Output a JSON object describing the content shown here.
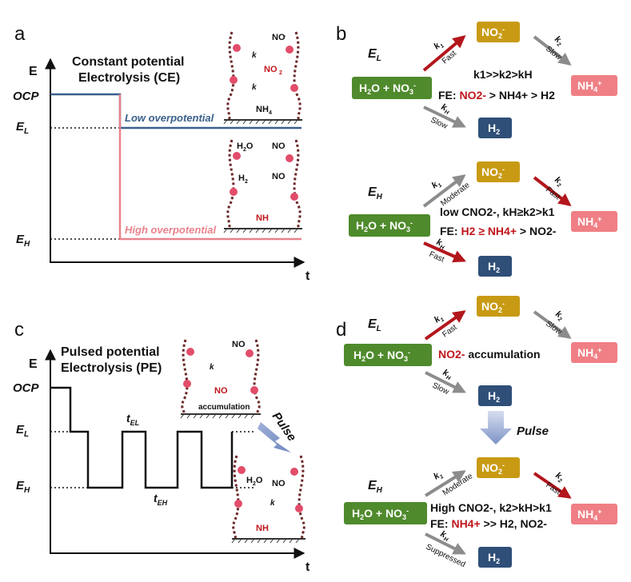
{
  "panels": {
    "a": "a",
    "b": "b",
    "c": "c",
    "d": "d"
  },
  "axes": {
    "E": "E",
    "t": "t",
    "OCP": "OCP",
    "EL_main": "E",
    "EL_sub": "L",
    "EH_main": "E",
    "EH_sub": "H"
  },
  "panel_a": {
    "title_line1": "Constant potential",
    "title_line2": "Electrolysis (CE)",
    "low_label": "Low overpotential",
    "high_label": "High overpotential"
  },
  "panel_c": {
    "title_line1": "Pulsed potential",
    "title_line2": "Electrolysis (PE)",
    "tEL_main": "t",
    "tEL_sub": "EL",
    "tEH_main": "t",
    "tEH_sub": "EH",
    "pulse_arrow_label": "Pulse",
    "accumulation": "accumulation"
  },
  "species": {
    "reactant_a": "H",
    "reactant_b": "2",
    "reactant_c": "O + NO",
    "reactant_d": "3",
    "reactant_e": "-",
    "no2": "NO",
    "no2_sub": "2",
    "no2_sup": "-",
    "nh4": "NH",
    "nh4_sub": "4",
    "nh4_sup": "+",
    "h2": "H",
    "h2_sub": "2",
    "no3_label": "NO",
    "no3_sub": "3",
    "h2o_label": "H",
    "h2o_rest": "O",
    "h2_label": "H",
    "k1": "k",
    "k1_sub": "1",
    "k2": "k",
    "k2_sub": "2",
    "kH": "k",
    "kH_sub": "H"
  },
  "panel_b": {
    "top": {
      "potential_main": "E",
      "potential_sub": "L",
      "k1_speed": "Fast",
      "k2_speed": "Slow",
      "kH_speed": "Slow",
      "rate_relation": "k1>>k2>kH",
      "fe_prefix": "FE: ",
      "fe_highlight": "NO2- ",
      "fe_rest": "> NH4+ > H2"
    },
    "bottom": {
      "potential_main": "E",
      "potential_sub": "H",
      "k1_speed": "Moderate",
      "k2_speed": "Fast",
      "kH_speed": "Fast",
      "rate_relation": "low CNO2-, kH≥k2>k1",
      "fe_prefix": "FE: ",
      "fe_highlight": "H2 ≥ NH4+",
      "fe_rest": " > NO2-"
    }
  },
  "panel_d": {
    "top": {
      "potential_main": "E",
      "potential_sub": "L",
      "k1_speed": "Fast",
      "k2_speed": "Slow",
      "kH_speed": "Slow",
      "accum_highlight": "NO2-",
      "accum_rest": " accumulation"
    },
    "pulse_label": "Pulse",
    "bottom": {
      "potential_main": "E",
      "potential_sub": "H",
      "k1_speed": "Moderate",
      "k2_speed": "Fast",
      "kH_speed": "Suppressed",
      "rate_relation": "High CNO2-, k2>kH>k1",
      "fe_prefix": "FE: ",
      "fe_highlight": "NH4+",
      "fe_rest": " >> H2, NO2-"
    }
  },
  "colors": {
    "green_box": "#4f8a2c",
    "gold_box": "#c89a14",
    "pink_box": "#ef7f85",
    "navy_box": "#2f4f78",
    "blue_line": "#3a5f8c",
    "pink_line": "#e8838c",
    "red_arrow": "#b3161c",
    "gray_arrow": "#8c8c8c",
    "pulse_arrow": "#8096c8"
  }
}
